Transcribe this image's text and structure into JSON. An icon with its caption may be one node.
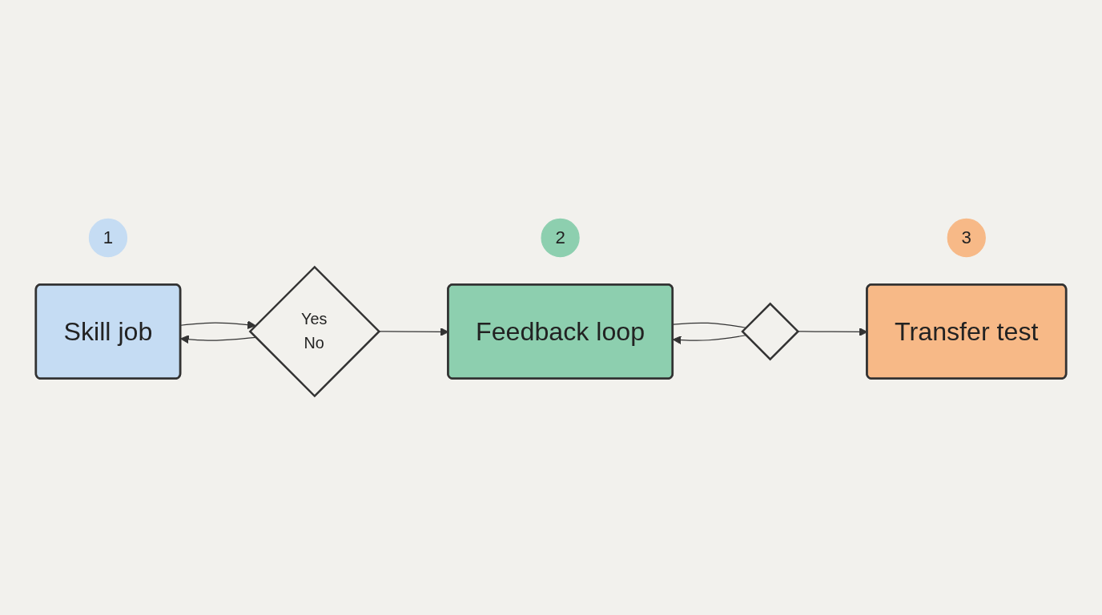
{
  "diagram": {
    "nodes": [
      {
        "text": [
          "1"
        ]
      },
      {
        "text": [
          "Skill job"
        ]
      },
      {
        "text": [
          "Yes",
          "No"
        ]
      },
      {
        "text": [
          "2"
        ]
      },
      {
        "text": [
          "Feedback loop"
        ]
      },
      {
        "text": [],
        "shape": "diamond"
      },
      {
        "text": [
          "3"
        ]
      },
      {
        "text": [
          "Transfer test"
        ]
      }
    ],
    "edges": [
      {
        "from": 1,
        "to": 2,
        "arrow": "to"
      },
      {
        "from": 2,
        "to": 4,
        "arrow": "to"
      },
      {
        "from": 2,
        "to": 1,
        "arrow": "to"
      },
      {
        "from": 4,
        "to": 5,
        "arrow": "none"
      },
      {
        "from": 5,
        "to": 7,
        "arrow": "to"
      },
      {
        "from": 5,
        "to": 4,
        "arrow": "to"
      }
    ]
  }
}
